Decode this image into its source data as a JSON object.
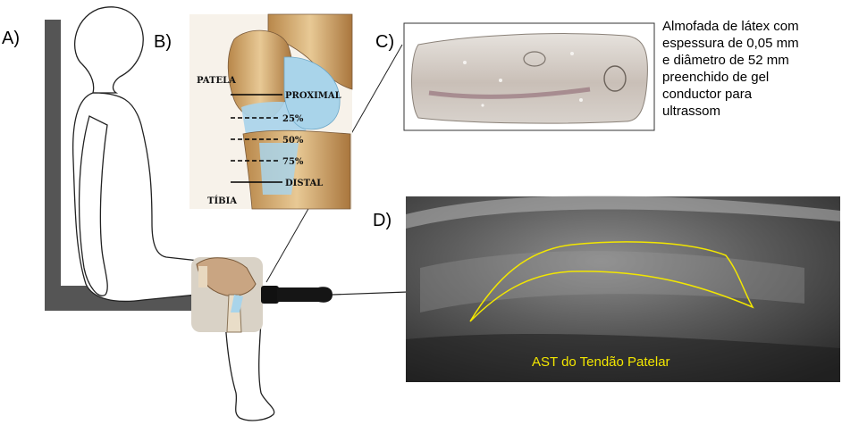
{
  "panels": {
    "a": "A)",
    "b": "B)",
    "c": "C)",
    "d": "D)"
  },
  "anatomy": {
    "patela": "PATELA",
    "tibia": "TÍBIA",
    "proximal": "PROXIMAL",
    "p25": "25%",
    "p50": "50%",
    "p75": "75%",
    "distal": "DISTAL"
  },
  "pad_caption": [
    "Almofada de látex com",
    "espessura de 0,05 mm",
    "e diâmetro de 52 mm",
    "preenchido de gel",
    "conductor para",
    "ultrassom"
  ],
  "ultrasound_label": "AST do Tendão Patelar",
  "colors": {
    "outline_yellow": "#f2e600",
    "chair_gray": "#555555",
    "tendon_blue": "#a9d4ea"
  }
}
